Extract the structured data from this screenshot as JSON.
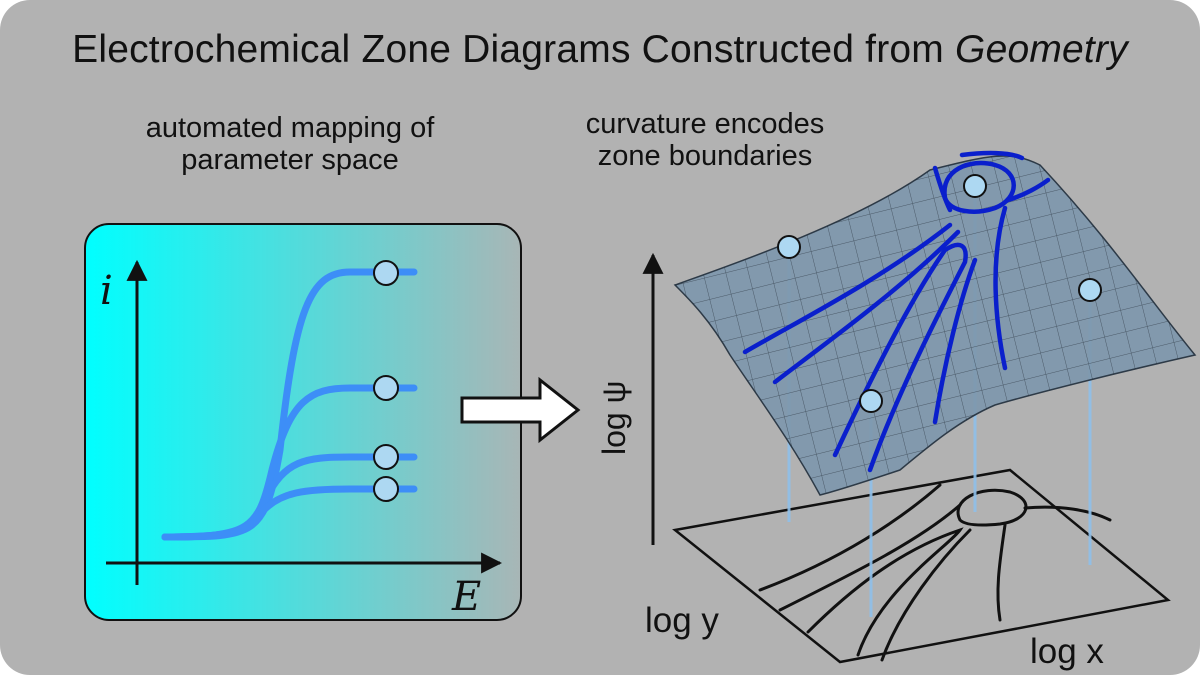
{
  "title": {
    "prefix": "Electrochemical Zone Diagrams Constructed from ",
    "emphasis": "Geometry"
  },
  "left_panel": {
    "caption_line1": "automated mapping of",
    "caption_line2": "parameter space",
    "y_axis_label": "i",
    "x_axis_label": "E",
    "curve_count": 4,
    "gradient_colors": [
      "#00ffff",
      "#a8b6b6"
    ]
  },
  "right_panel": {
    "caption_line1": "curvature encodes",
    "caption_line2": "zone boundaries",
    "vertical_axis_label": "log ψ",
    "x_axis_label": "log x",
    "y_axis_label": "log y"
  },
  "colors": {
    "background": "#b2b2b2",
    "curve": "#3d8ef7",
    "marker_fill": "#add8f2",
    "boundary": "#0a1fcc",
    "surface": "#7e97ad"
  },
  "icons": [
    "right-arrow-icon"
  ]
}
